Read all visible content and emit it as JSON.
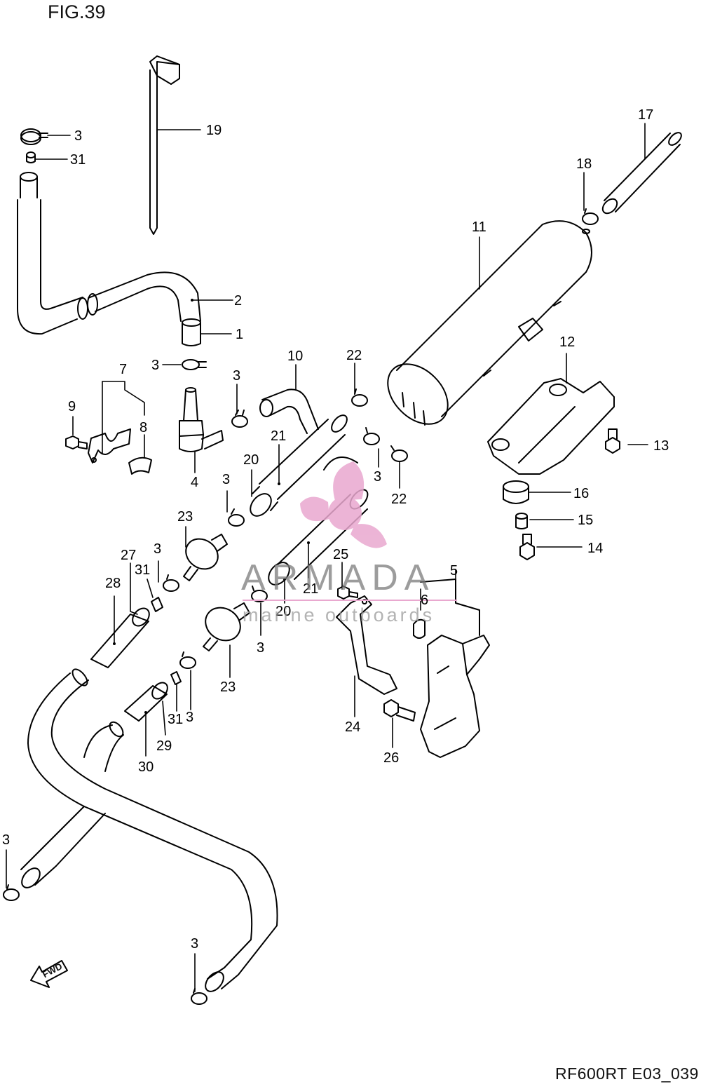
{
  "figure": {
    "title": "FIG.39",
    "code": "RF600RT E03_039",
    "fwd_label": "FWD"
  },
  "watermark": {
    "name": "ARMADA",
    "subtitle": "marine outboards",
    "colors": {
      "logo": "#e9a8cf",
      "text": "#7b7b7b"
    }
  },
  "callouts": [
    {
      "id": "c17",
      "label": "17"
    },
    {
      "id": "c18",
      "label": "18"
    },
    {
      "id": "c11",
      "label": "11"
    },
    {
      "id": "c19",
      "label": "19"
    },
    {
      "id": "c3a",
      "label": "3"
    },
    {
      "id": "c31a",
      "label": "31"
    },
    {
      "id": "c2",
      "label": "2"
    },
    {
      "id": "c1",
      "label": "1"
    },
    {
      "id": "c3b",
      "label": "3"
    },
    {
      "id": "c7",
      "label": "7"
    },
    {
      "id": "c9",
      "label": "9"
    },
    {
      "id": "c8",
      "label": "8"
    },
    {
      "id": "c4",
      "label": "4"
    },
    {
      "id": "c3c",
      "label": "3"
    },
    {
      "id": "c10",
      "label": "10"
    },
    {
      "id": "c22a",
      "label": "22"
    },
    {
      "id": "c12",
      "label": "12"
    },
    {
      "id": "c13",
      "label": "13"
    },
    {
      "id": "c21a",
      "label": "21"
    },
    {
      "id": "c20a",
      "label": "20"
    },
    {
      "id": "c3d",
      "label": "3"
    },
    {
      "id": "c22b",
      "label": "22"
    },
    {
      "id": "c3e",
      "label": "3"
    },
    {
      "id": "c16",
      "label": "16"
    },
    {
      "id": "c15",
      "label": "15"
    },
    {
      "id": "c14",
      "label": "14"
    },
    {
      "id": "c23a",
      "label": "23"
    },
    {
      "id": "c27",
      "label": "27"
    },
    {
      "id": "c3f",
      "label": "3"
    },
    {
      "id": "c31b",
      "label": "31"
    },
    {
      "id": "c28",
      "label": "28"
    },
    {
      "id": "c25",
      "label": "25"
    },
    {
      "id": "c21b",
      "label": "21"
    },
    {
      "id": "c5",
      "label": "5"
    },
    {
      "id": "c6",
      "label": "6"
    },
    {
      "id": "c20b",
      "label": "20"
    },
    {
      "id": "c3g",
      "label": "3"
    },
    {
      "id": "c23b",
      "label": "23"
    },
    {
      "id": "c31c",
      "label": "31"
    },
    {
      "id": "c3h",
      "label": "3"
    },
    {
      "id": "c29",
      "label": "29"
    },
    {
      "id": "c30",
      "label": "30"
    },
    {
      "id": "c24",
      "label": "24"
    },
    {
      "id": "c26",
      "label": "26"
    },
    {
      "id": "c3i",
      "label": "3"
    },
    {
      "id": "c3j",
      "label": "3"
    }
  ]
}
